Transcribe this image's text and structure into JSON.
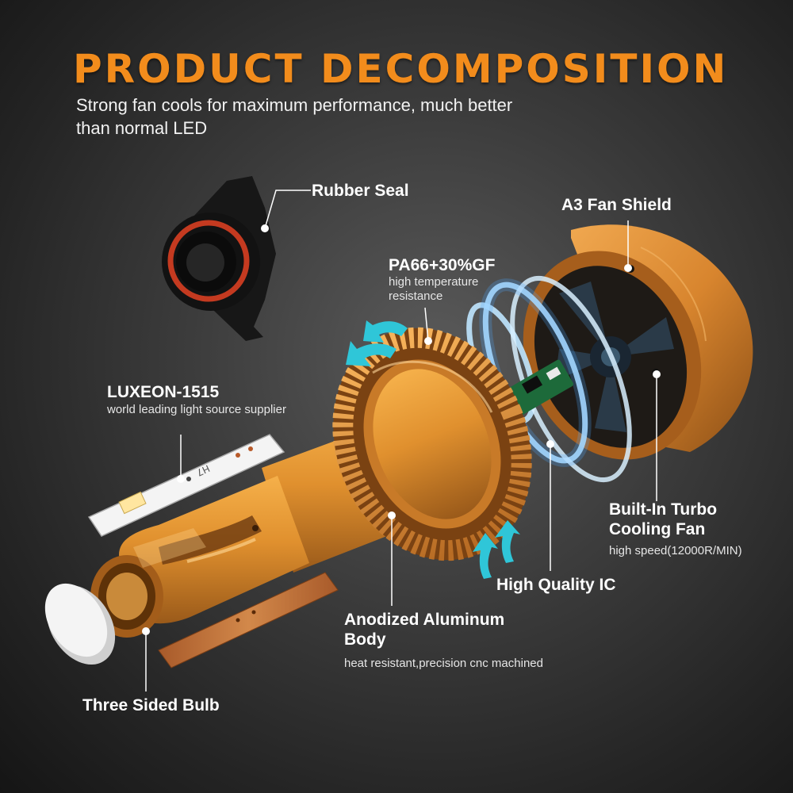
{
  "title": "PRODUCT DECOMPOSITION",
  "subtitle": "Strong fan cools for maximum performance, much better than normal LED",
  "labels": {
    "rubber_seal": "Rubber Seal",
    "fan_shield": "A3 Fan Shield",
    "pa66_title": "PA66+30%GF",
    "pa66_note": "high temperature resistance",
    "luxeon_title": "LUXEON-1515",
    "luxeon_note": "world leading light source supplier",
    "turbo_title": "Built-In Turbo Cooling Fan",
    "turbo_note": "high speed(12000R/MIN)",
    "ic_title": "High Quality IC",
    "body_title": "Anodized Aluminum Body",
    "body_note": "heat resistant,precision cnc machined",
    "bulb_title": "Three Sided Bulb"
  },
  "led_board": {
    "marking": "H7"
  },
  "colors": {
    "title_orange": "#f28c1c",
    "gold": "#e0902e",
    "copper": "#c8763a",
    "arrow_cyan": "#2fc6d8",
    "glow_blue": "#bfe6ff"
  }
}
